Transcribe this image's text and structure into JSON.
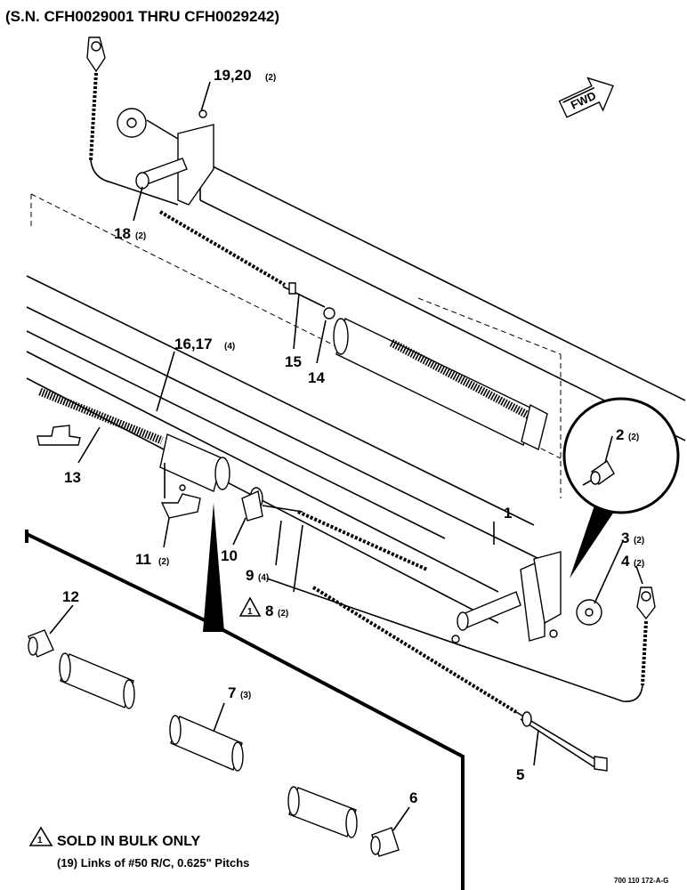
{
  "header": {
    "serial_range": "(S.N. CFH0029001 THRU CFH0029242)"
  },
  "direction_arrow": {
    "label": "FWD"
  },
  "callouts": [
    {
      "id": "c1",
      "num": "1",
      "qty": ""
    },
    {
      "id": "c2",
      "num": "2",
      "qty": "(2)"
    },
    {
      "id": "c3",
      "num": "3",
      "qty": "(2)"
    },
    {
      "id": "c4",
      "num": "4",
      "qty": "(2)"
    },
    {
      "id": "c5",
      "num": "5",
      "qty": ""
    },
    {
      "id": "c6",
      "num": "6",
      "qty": ""
    },
    {
      "id": "c7",
      "num": "7",
      "qty": "(3)"
    },
    {
      "id": "c8",
      "num": "8",
      "qty": "(2)"
    },
    {
      "id": "c9",
      "num": "9",
      "qty": "(4)"
    },
    {
      "id": "c10",
      "num": "10",
      "qty": ""
    },
    {
      "id": "c11",
      "num": "11",
      "qty": "(2)"
    },
    {
      "id": "c12",
      "num": "12",
      "qty": ""
    },
    {
      "id": "c13",
      "num": "13",
      "qty": ""
    },
    {
      "id": "c14",
      "num": "14",
      "qty": ""
    },
    {
      "id": "c15",
      "num": "15",
      "qty": ""
    },
    {
      "id": "c16",
      "num": "16,17",
      "qty": "(4)"
    },
    {
      "id": "c18",
      "num": "18",
      "qty": "(2)"
    },
    {
      "id": "c19",
      "num": "19,20",
      "qty": "(2)"
    }
  ],
  "note": {
    "marker": "1",
    "title": "SOLD IN BULK ONLY",
    "detail": "(19) Links of #50 R/C, 0.625\" Pitchs"
  },
  "drawing_number": "700 110 172-A-G"
}
